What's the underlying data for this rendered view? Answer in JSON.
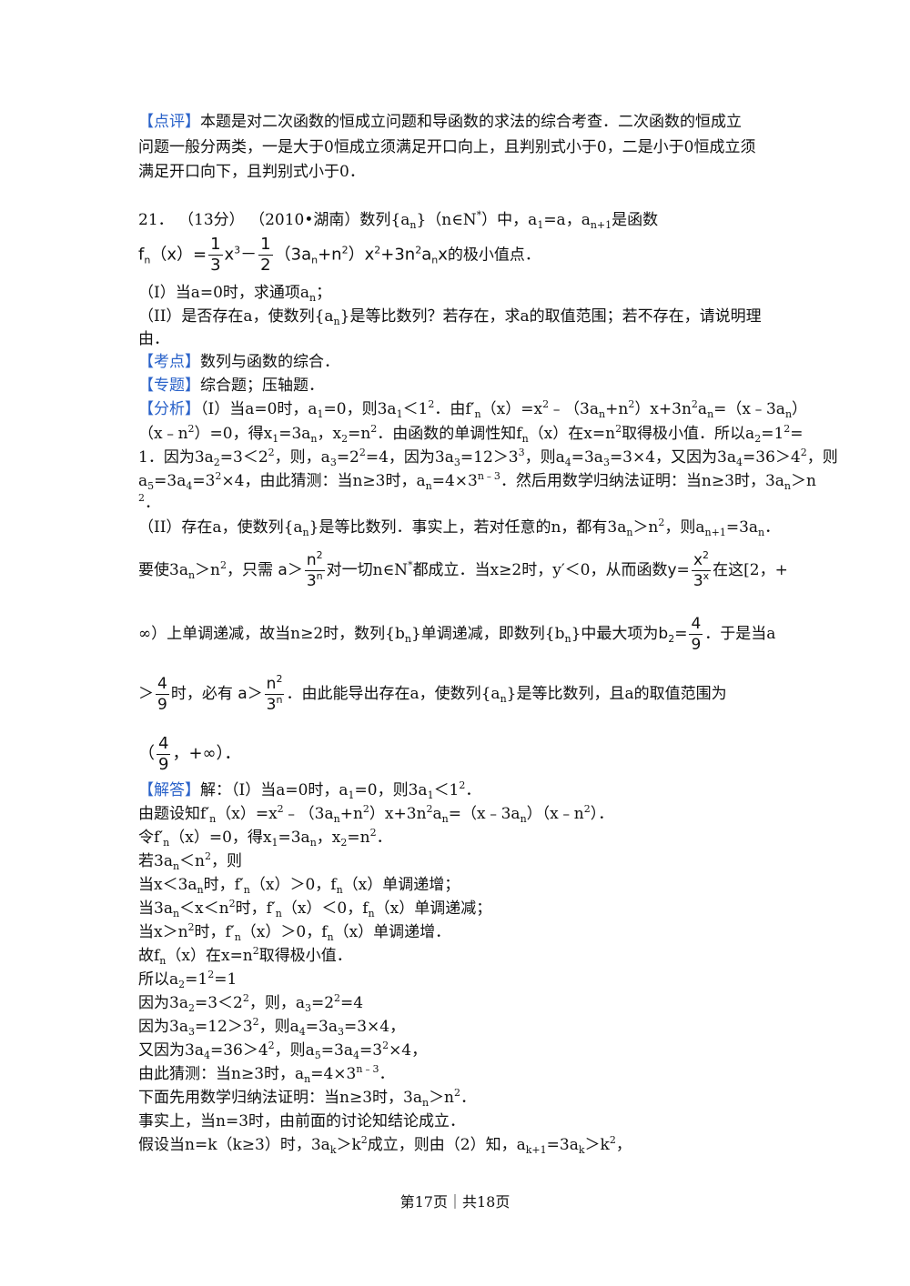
{
  "review": {
    "tag": "【点评】",
    "line1": "本题是对二次函数的恒成立问题和导函数的求法的综合考查．二次函数的恒成立",
    "line2": "问题一般分两类，一是大于0恒成立须满足开口向上，且判别式小于0，二是小于0恒成立须",
    "line3": "满足开口向下，且判别式小于0．"
  },
  "problem": {
    "number": "21．",
    "score": "（13分）",
    "source": "（2010•湖南）",
    "stem_part1": "数列{a",
    "stem_part2": "}（n∈N",
    "stem_part3": "）中，a",
    "stem_part4": "=a，a",
    "stem_part5": "是函数",
    "function_tail": "的极小值点．",
    "q1": "（I）当a=0时，求通项a",
    "q1_end": "；",
    "q2_line1": "（II）是否存在a，使数列{a",
    "q2_line1b": "}是等比数列？若存在，求a的取值范围；若不存在，请说明理",
    "q2_line2": "由．"
  },
  "kaodian": {
    "tag": "【考点】",
    "text": "数列与函数的综合．"
  },
  "zhuanti": {
    "tag": "【专题】",
    "text": "综合题；压轴题．"
  },
  "analysis": {
    "tag": "【分析】",
    "fraction_4_9": {
      "num": "4",
      "den": "9"
    },
    "fraction_n2_3n": {
      "num": "n",
      "den": "3"
    },
    "interval": "+∞",
    "line3c_text": "上单调递减，故当n≥2时，数列{b",
    "line3d_text": "}单调递减，即数列{b",
    "line3e_text": "}中最大项为",
    "line3f_text": "．于是当a"
  },
  "solution": {
    "tag": "【解答】"
  },
  "footer": {
    "page": "第17页｜共18页"
  }
}
